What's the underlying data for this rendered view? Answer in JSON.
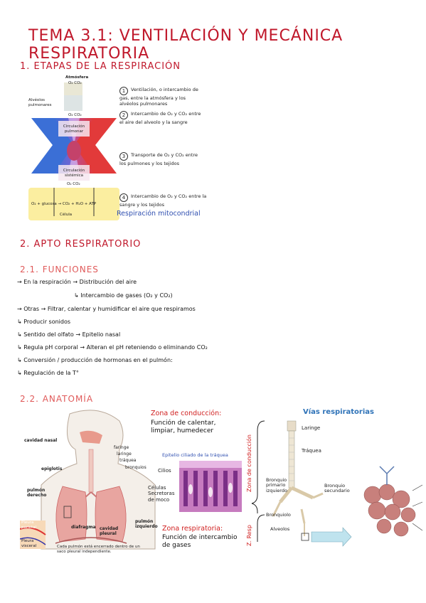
{
  "title": "TEMA 3.1: VENTILACIÓN Y MECÁNICA RESPIRATORIA",
  "section1": {
    "heading": "1. ETAPAS DE LA RESPIRACIÓN",
    "diagram": {
      "atmosfera": "Atmósfera",
      "o2co2_top": "O₂ CO₂",
      "alveolos": "Alvéolos pulmonares",
      "o2co2_mid": "O₂ CO₂",
      "circ_pulmonar": "Circulación pulmonar",
      "circ_sistemica": "Circulación sistémica",
      "o2co2_bottom": "O₂ CO₂",
      "celula_eq": "O₂ + glucosa → CO₂ + H₂O + ATP",
      "celula": "Célula"
    },
    "stages": [
      {
        "num": "1",
        "text": "Ventilación, o intercambio de gas, entre la atmósfera y los alvéolos pulmonares"
      },
      {
        "num": "2",
        "text": "Intercambio de O₂ y CO₂ entre el aire del alveolo y la sangre"
      },
      {
        "num": "3",
        "text": "Transporte de O₂ y CO₂ entre los pulmones y los tejidos"
      },
      {
        "num": "4",
        "text": "Intercambio de O₂ y CO₂ entre la sangre y los tejidos"
      }
    ],
    "mitocondrial": "Respiración mitocondrial"
  },
  "section2": {
    "heading": "2. APTO RESPIRATORIO",
    "sub1": "2.1. FUNCIONES",
    "functions": [
      "→ En la respiración → Distribución del aire",
      "↳ Intercambio de gases (O₂ y CO₂)",
      "→ Otras → Filtrar, calentar y humidificar el aire que respiramos",
      "↳ Producir sonidos",
      "↳ Sentido del olfato → Epitelio nasal",
      "↳ Regula pH corporal → Alteran el pH reteniendo o eliminando CO₂",
      "↳ Conversión / producción de hormonas en el pulmón:",
      "↳ Regulación de la T°"
    ],
    "sub2": "2.2. ANATOMÍA"
  },
  "anatomy": {
    "cavidad_nasal": "cavidad nasal",
    "faringe": "faringe",
    "laringe": "laringe",
    "traquea": "tráquea",
    "bronquios": "bronquios",
    "epiglotis": "epiglotis",
    "pulmon_derecho": "pulmón derecho",
    "pulmon_izquierdo": "pulmón izquierdo",
    "diafragma": "diafragma",
    "cavidad_pleural": "cavidad pleural",
    "pleura_parietal": "Pleura parietal",
    "pleura_visceral": "Pleura visceral",
    "caption": "Cada pulmón está encerrado dentro de un saco pleural independiente."
  },
  "zones": {
    "conduccion_title": "Zona de conducción:",
    "conduccion_text": "Función de calentar, limpiar, humedecer",
    "epitelio_title": "Epitelio ciliado de la tráquea",
    "cilios": "Cilios",
    "celulas_secretoras": "Células Secretoras de moco",
    "respiratoria_title": "Zona respiratoria:",
    "respiratoria_text": "Función de intercambio de gases"
  },
  "vias": {
    "title": "Vías respiratorias",
    "zona_conduccion": "Zona de conducción",
    "zona_resp": "Z. Resp",
    "laringe": "Laringe",
    "traquea": "Tráquea",
    "bronquio_primario": "Bronquio primario izquierdo",
    "bronquio_secundario": "Bronquio secundario",
    "bronquiolo": "Bronquiolo",
    "alveolos": "Alveolos"
  },
  "colors": {
    "title_red": "#c0182b",
    "sub_red": "#e05a5a",
    "blue_accent": "#2f73b8"
  }
}
